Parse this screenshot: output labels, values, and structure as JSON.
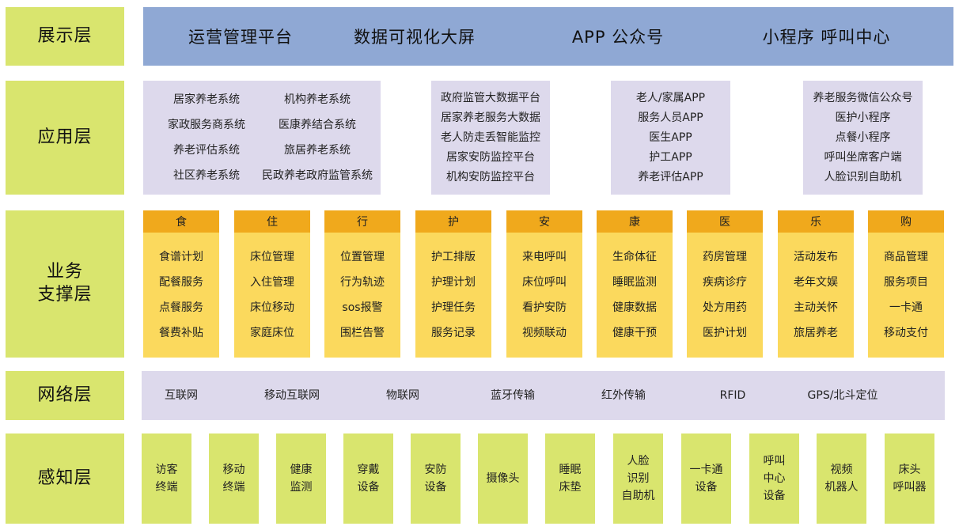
{
  "layers": {
    "display": "展示层",
    "application": "应用层",
    "business": [
      "业务",
      "支撑层"
    ],
    "network": "网络层",
    "perception": "感知层"
  },
  "display_items": [
    "运营管理平台",
    "数据可视化大屏",
    "APP 公众号",
    "小程序 呼叫中心"
  ],
  "application_boxes": [
    {
      "lines": [
        "居家养老系统",
        "机构养老系统",
        "家政服务商系统",
        "医康养结合系统",
        "养老评估系统",
        "旅居养老系统",
        "社区养老系统",
        "民政养老政府监管系统"
      ]
    },
    {
      "lines": [
        "政府监管大数据平台",
        "居家养老服务大数据",
        "老人防走丢智能监控",
        "居家安防监控平台",
        "机构安防监控平台"
      ]
    },
    {
      "lines": [
        "老人/家属APP",
        "服务人员APP",
        "医生APP",
        "护工APP",
        "养老评估APP"
      ]
    },
    {
      "lines": [
        "养老服务微信公众号",
        "医护小程序",
        "点餐小程序",
        "呼叫坐席客户端",
        "人脸识别自助机"
      ]
    }
  ],
  "business_columns": [
    {
      "head": "食",
      "items": [
        "食谱计划",
        "配餐服务",
        "点餐服务",
        "餐费补贴"
      ]
    },
    {
      "head": "住",
      "items": [
        "床位管理",
        "入住管理",
        "床位移动",
        "家庭床位"
      ]
    },
    {
      "head": "行",
      "items": [
        "位置管理",
        "行为轨迹",
        "sos报警",
        "围栏告警"
      ]
    },
    {
      "head": "护",
      "items": [
        "护工排版",
        "护理计划",
        "护理任务",
        "服务记录"
      ]
    },
    {
      "head": "安",
      "items": [
        "来电呼叫",
        "床位呼叫",
        "看护安防",
        "视频联动"
      ]
    },
    {
      "head": "康",
      "items": [
        "生命体征",
        "睡眠监测",
        "健康数据",
        "健康干预"
      ]
    },
    {
      "head": "医",
      "items": [
        "药房管理",
        "疾病诊疗",
        "处方用药",
        "医护计划"
      ]
    },
    {
      "head": "乐",
      "items": [
        "活动发布",
        "老年文娱",
        "主动关怀",
        "旅居养老"
      ]
    },
    {
      "head": "购",
      "items": [
        "商品管理",
        "服务项目",
        "一卡通",
        "移动支付"
      ]
    }
  ],
  "network_items": [
    "互联网",
    "移动互联网",
    "物联网",
    "蓝牙传输",
    "红外传输",
    "RFID",
    "GPS/北斗定位"
  ],
  "perception_items": [
    {
      "lines": [
        "访客",
        "终端"
      ]
    },
    {
      "lines": [
        "移动",
        "终端"
      ]
    },
    {
      "lines": [
        "健康",
        "监测"
      ]
    },
    {
      "lines": [
        "穿戴",
        "设备"
      ]
    },
    {
      "lines": [
        "安防",
        "设备"
      ]
    },
    {
      "lines": [
        "摄像头"
      ]
    },
    {
      "lines": [
        "睡眠",
        "床垫"
      ]
    },
    {
      "lines": [
        "人脸",
        "识别",
        "自助机"
      ]
    },
    {
      "lines": [
        "一卡通",
        "设备"
      ]
    },
    {
      "lines": [
        "呼叫",
        "中心",
        "设备"
      ]
    },
    {
      "lines": [
        "视频",
        "机器人"
      ]
    },
    {
      "lines": [
        "床头",
        "呼叫器"
      ]
    }
  ]
}
